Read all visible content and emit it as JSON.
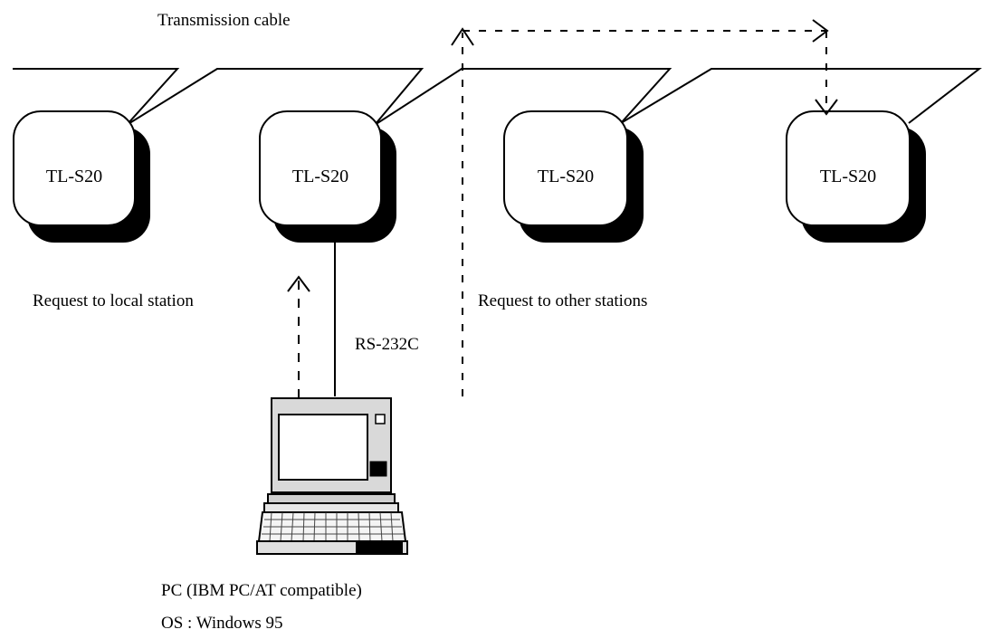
{
  "cable_label": "Transmission cable",
  "stations": [
    {
      "label": "TL-S20"
    },
    {
      "label": "TL-S20"
    },
    {
      "label": "TL-S20"
    },
    {
      "label": "TL-S20"
    }
  ],
  "local_request_label": "Request to local station",
  "other_request_label": "Request to other stations",
  "serial_label": "RS-232C",
  "pc_label": "PC (IBM PC/AT compatible)",
  "os_label": "OS : Windows 95"
}
